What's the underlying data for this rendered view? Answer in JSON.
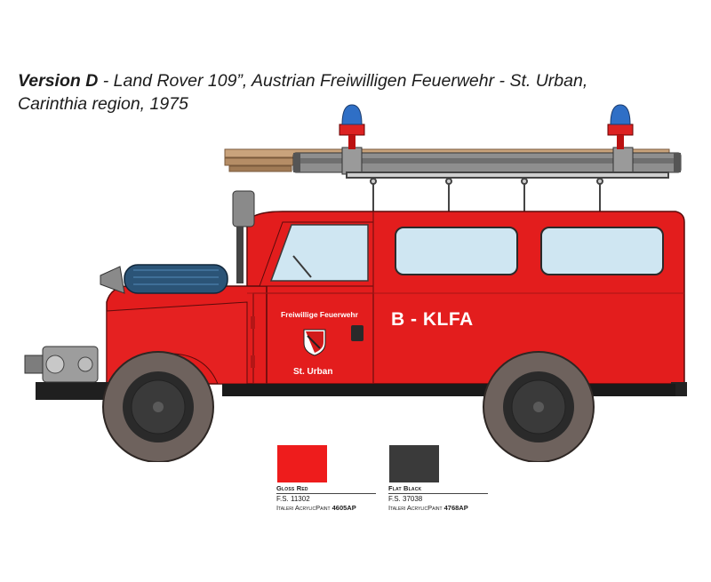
{
  "caption": {
    "version": "Version D",
    "line1_rest": " - Land Rover 109”, Austrian Freiwilligen Feuerwehr - St. Urban,",
    "line2": "Carinthia region, 1975"
  },
  "vehicle": {
    "door_text": "Freiwillige Feuerwehr",
    "door_text2": "St. Urban",
    "plate_text": "B - KLFA"
  },
  "colors": {
    "gloss_red": "#ee1c1c",
    "flat_black": "#3a3a3a"
  },
  "swatches": [
    {
      "name": "Gloss Red",
      "fs": "F.S. 11302",
      "brand": "Italeri AcrylicPaint ",
      "code": "4605AP",
      "color": "#ee1c1c"
    },
    {
      "name": "Flat Black",
      "fs": "F.S. 37038",
      "brand": "Italeri AcrylicPaint ",
      "code": "4768AP",
      "color": "#3a3a3a"
    }
  ]
}
